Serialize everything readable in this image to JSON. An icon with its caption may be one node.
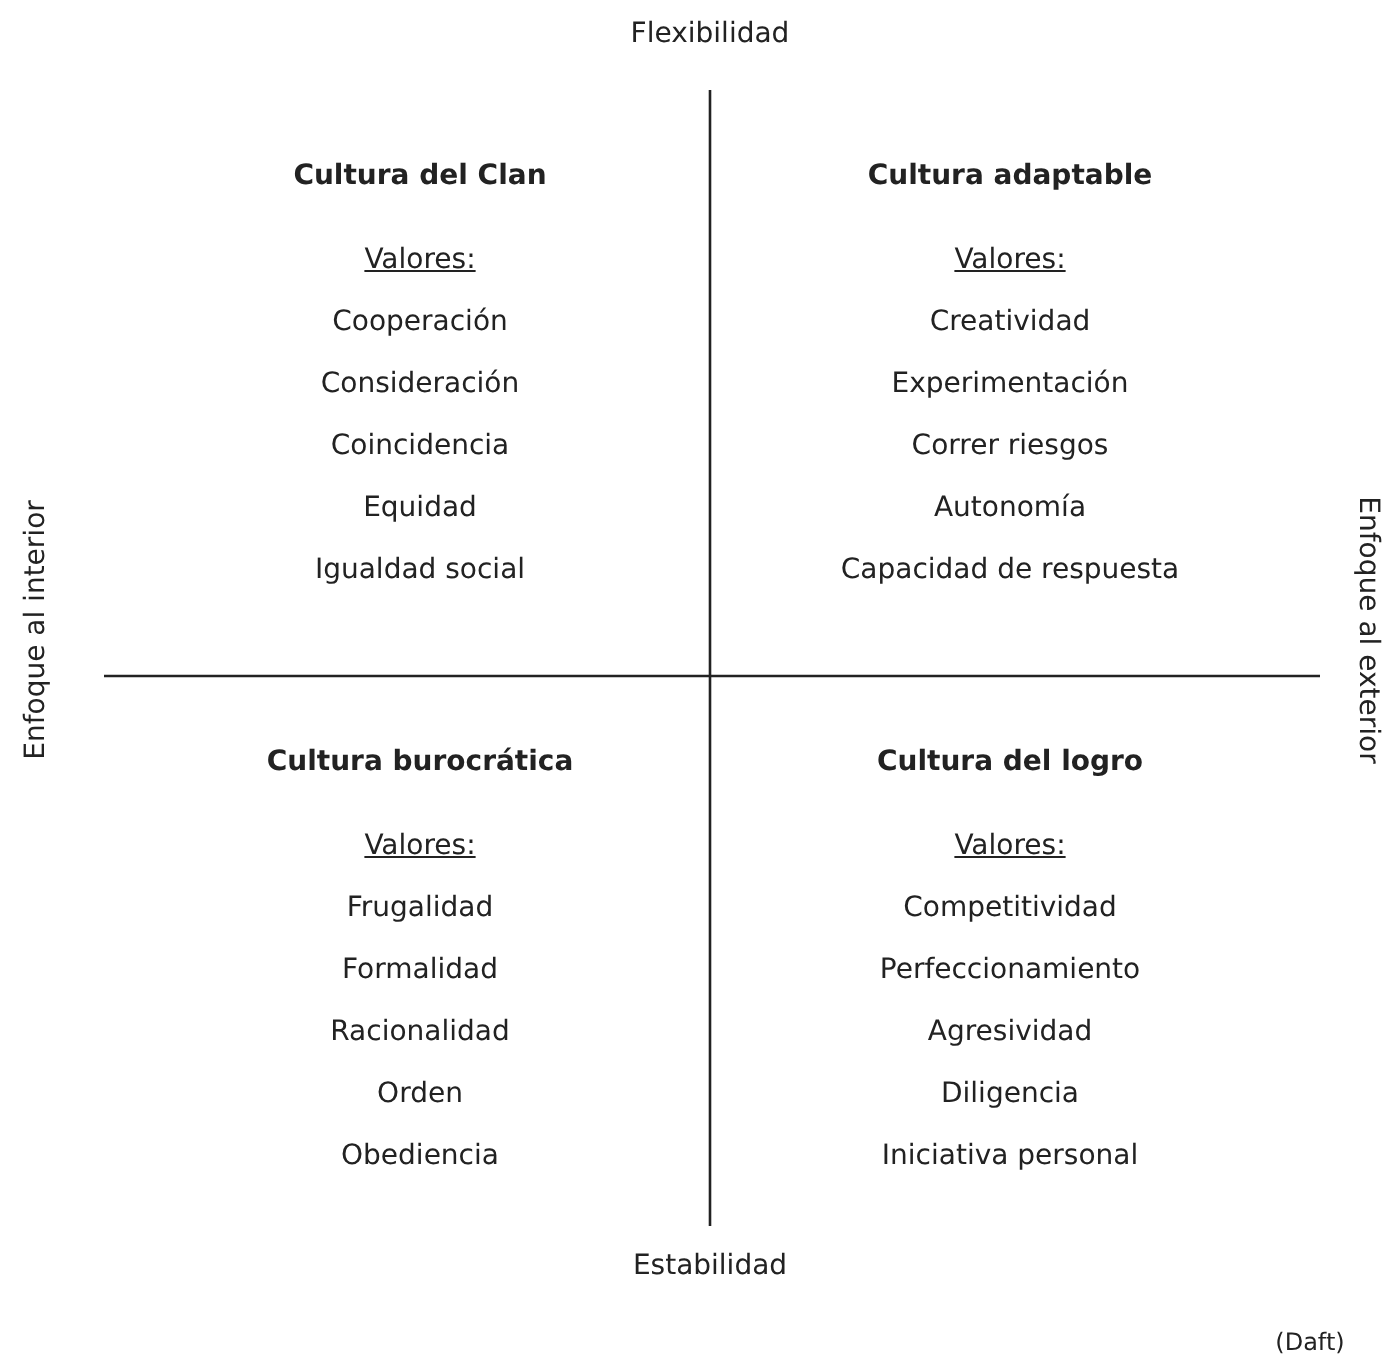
{
  "diagram": {
    "labels": [
      "Flexibilidad",
      "Enfoque al interior",
      "Enfoque al exterior",
      "Cultura del Clan",
      "Valores:",
      "Cooperación",
      "Consideración",
      "Coincidencia",
      "Equidad",
      "Igualdad social",
      "Cultura adaptable",
      "Valores:",
      "Creatividad",
      "Experimentación",
      "Correr riesgos",
      "Autonomía",
      "Capacidad de respuesta",
      "Cultura burocrática",
      "Valores:",
      "Frugalidad",
      "Formalidad",
      "Racionalidad",
      "Orden",
      "Obediencia",
      "Cultura del logro",
      "Valores:",
      "Competitividad",
      "Perfeccionamiento",
      "Agresividad",
      "Diligencia",
      "Iniciativa personal",
      "Estabilidad",
      "(Daft)"
    ]
  }
}
